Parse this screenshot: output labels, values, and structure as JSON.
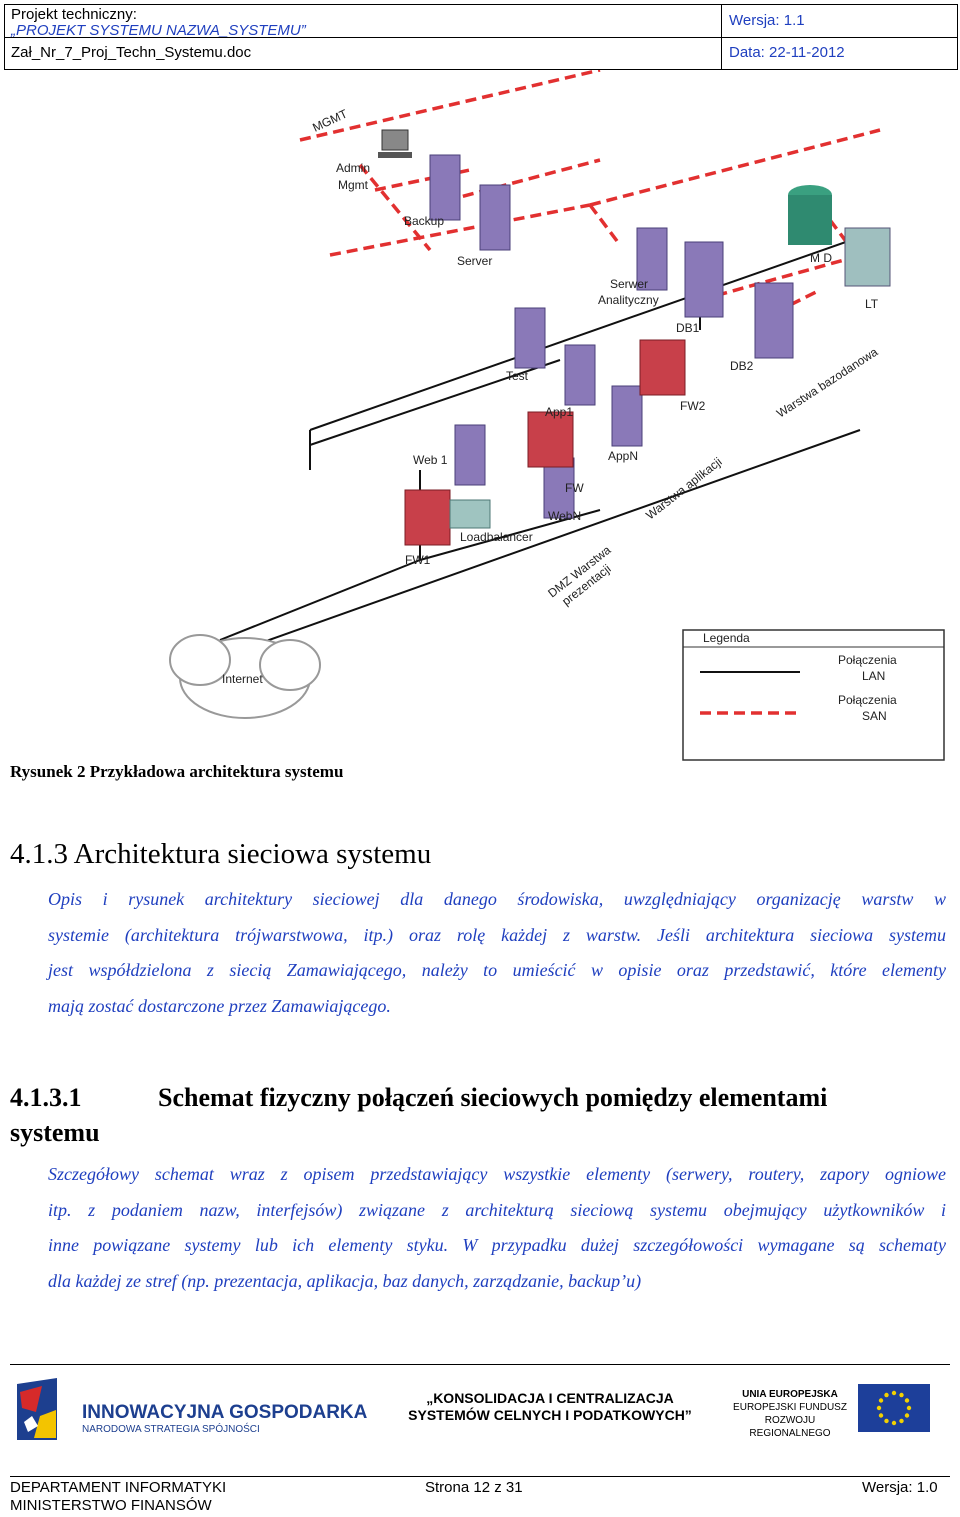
{
  "header": {
    "project_label": "Projekt techniczny:",
    "project_name": "„PROJEKT SYSTEMU NAZWA_SYSTEMU”",
    "file_name": "Zał_Nr_7_Proj_Techn_Systemu.doc",
    "version": "Wersja: 1.1",
    "date": "Data: 22-11-2012"
  },
  "figure": {
    "labels": {
      "mgmt": "MGMT",
      "admin_mgmt_1": "Admin",
      "admin_mgmt_2": "Mgmt",
      "backup": "Backup",
      "server": "Server",
      "analytics_1": "Serwer",
      "analytics_2": "Analityczny",
      "md": "M D",
      "lt": "LT",
      "db1": "DB1",
      "db2": "DB2",
      "fw2": "FW2",
      "test": "Test",
      "app1": "App1",
      "appn": "AppN",
      "web1": "Web 1",
      "fw": "FW",
      "webn": "WebN",
      "loadbalancer": "Loadbalancer",
      "fw1": "FW1",
      "internet": "Internet",
      "layer_db": "Warstwa bazodanowa",
      "layer_app": "Warstwa aplikacji",
      "layer_dmz_1": "DMZ Warstwa",
      "layer_dmz_2": "prezentacji"
    },
    "legend": {
      "title": "Legenda",
      "lan_1": "Połączenia",
      "lan_2": "LAN",
      "san_1": "Połączenia",
      "san_2": "SAN"
    },
    "colors": {
      "san": "#e23030",
      "server": "#8a79b8",
      "firewall": "#c8404a",
      "storage": "#2f8a70"
    }
  },
  "caption": "Rysunek 2 Przykładowa architektura systemu",
  "section_heading": "4.1.3 Architektura sieciowa systemu",
  "section_paragraph": [
    "Opis i rysunek architektury sieciowej dla danego środowiska, uwzględniający organizację warstw w",
    "systemie (architektura trójwarstwowa, itp.) oraz rolę każdej z warstw. Jeśli architektura sieciowa systemu",
    "jest współdzielona z siecią Zamawiającego, należy to umieścić w opisie oraz przedstawić, które elementy",
    "mają zostać dostarczone przez Zamawiającego."
  ],
  "subsection": {
    "number": "4.1.3.1",
    "title": "Schemat fizyczny połączeń sieciowych pomiędzy elementami",
    "title_cont": "systemu",
    "paragraph": [
      "Szczegółowy schemat wraz z opisem przedstawiający wszystkie elementy (serwery, routery, zapory ogniowe",
      "itp. z podaniem nazw, interfejsów) związane z architekturą sieciową systemu obejmujący użytkowników i",
      "inne powiązane systemy lub ich elementy styku. W przypadku dużej szczegółowości wymagane są schematy",
      "dla każdej ze stref (np. prezentacja, aplikacja, baz danych, zarządzanie, backup’u)"
    ]
  },
  "logos": {
    "ig_title": "INNOWACYJNA GOSPODARKA",
    "ig_sub": "NARODOWA STRATEGIA SPÓJNOŚCI",
    "center_1": "„KONSOLIDACJA I CENTRALIZACJA",
    "center_2": "SYSTEMÓW CELNYCH I PODATKOWYCH”",
    "eu_1": "UNIA EUROPEJSKA",
    "eu_2": "EUROPEJSKI FUNDUSZ",
    "eu_3": "ROZWOJU REGIONALNEGO"
  },
  "footer": {
    "dept": "DEPARTAMENT INFORMATYKI",
    "ministry": "MINISTERSTWO FINANSÓW",
    "page": "Strona 12 z 31",
    "version": "Wersja: 1.0"
  }
}
